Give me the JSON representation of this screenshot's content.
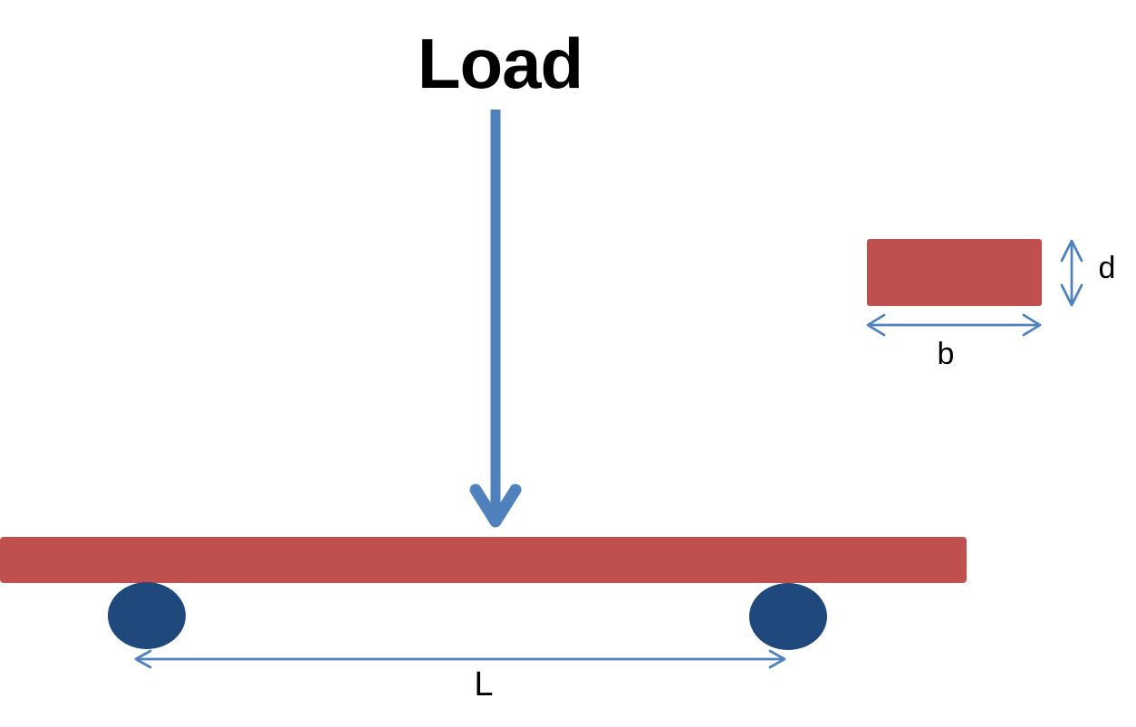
{
  "title": "Load",
  "dimension_labels": {
    "span": "L",
    "section_depth": "d",
    "section_width": "b"
  },
  "colors": {
    "beam": "#C0504D",
    "support": "#1F497D",
    "arrow": "#4F81BD",
    "text": "#000000",
    "background": "#FFFFFF"
  }
}
